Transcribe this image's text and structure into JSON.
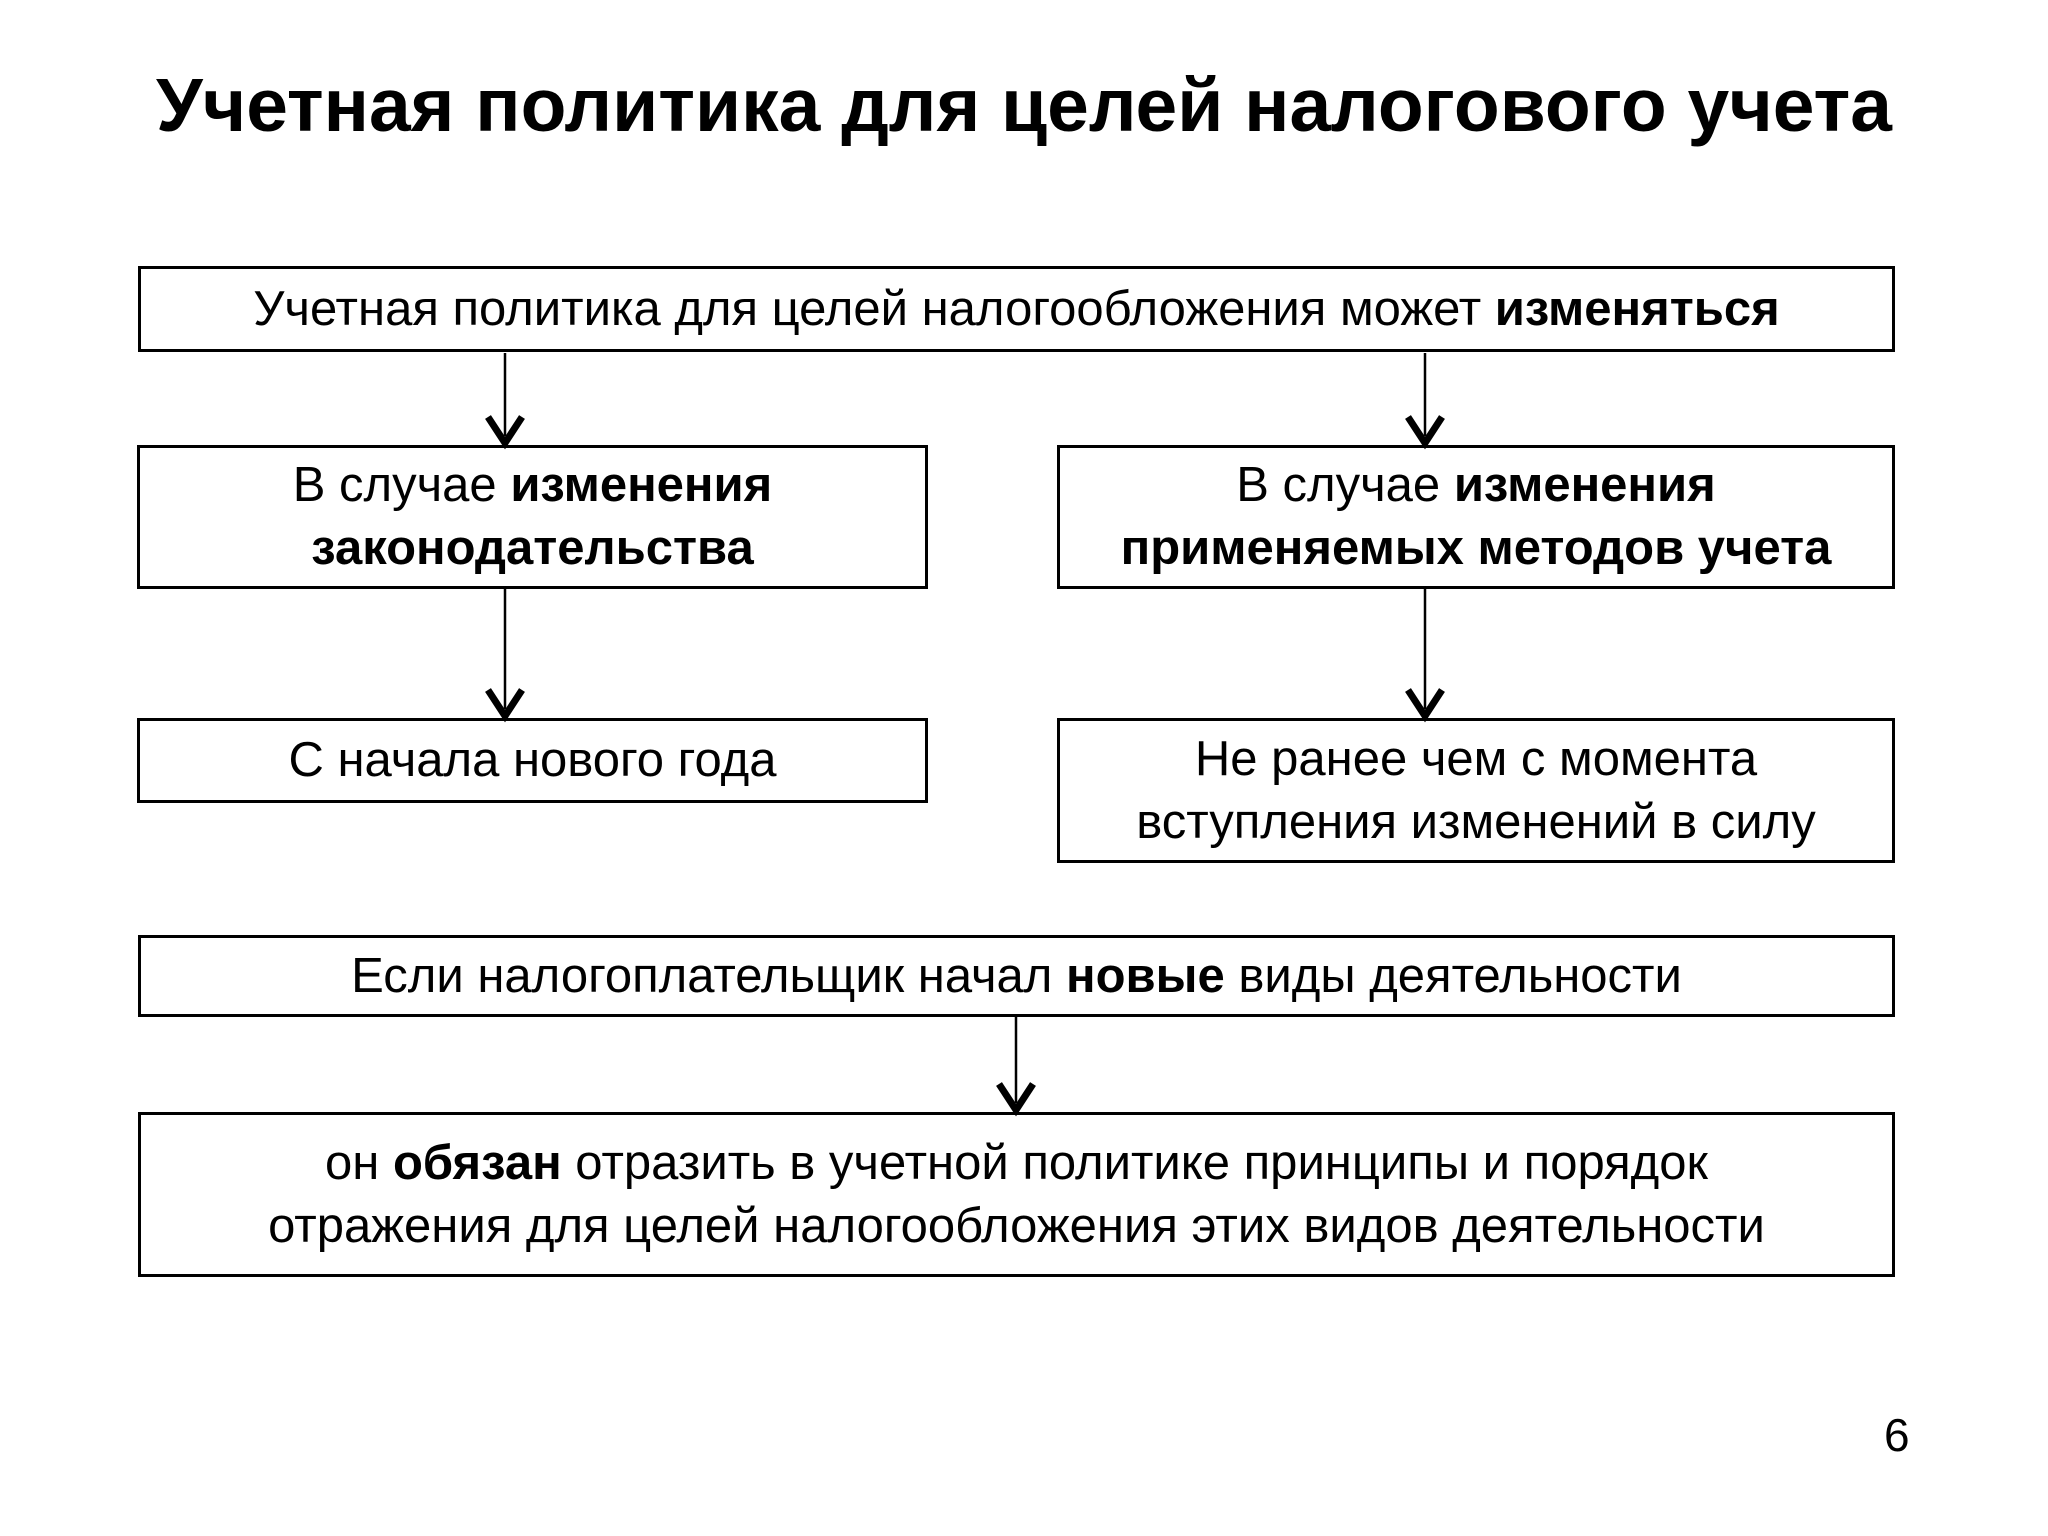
{
  "slide": {
    "title": "Учетная политика для целей налогового учета",
    "page_number": "6"
  },
  "boxes": {
    "root": {
      "pre": "Учетная политика для целей налогообложения может ",
      "bold": "изменяться"
    },
    "law_change": {
      "line1_pre": "В случае ",
      "line1_bold": "изменения",
      "line2_bold": "законодательства"
    },
    "method_change": {
      "line1_pre": "В случае ",
      "line1_bold": "изменения",
      "line2_bold": "применяемых методов учета"
    },
    "new_year": {
      "text": "С начала нового года"
    },
    "not_earlier": {
      "line1": "Не ранее чем с момента",
      "line2": "вступления изменений в силу"
    },
    "new_activities": {
      "pre": "Если налогоплательщик начал ",
      "bold": "новые",
      "post": " виды деятельности"
    },
    "must_reflect": {
      "line1_pre": "он ",
      "line1_bold": "обязан",
      "line1_post": " отразить в учетной политике принципы и порядок",
      "line2": "отражения для целей налогообложения этих видов деятельности"
    }
  }
}
